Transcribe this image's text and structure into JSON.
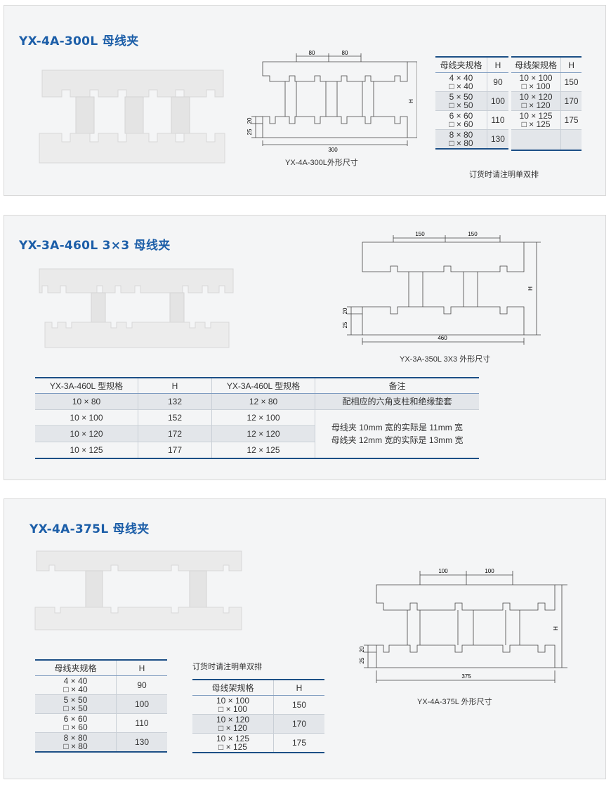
{
  "sections": [
    {
      "title": "YX-4A-300L  母线夹",
      "caption": "YX-4A-300L外形尺寸",
      "note": "订货时请注明单双排",
      "dims": {
        "spacing_a": "80",
        "spacing_b": "80",
        "h": "H",
        "d20": "20",
        "d25": "25",
        "length": "300"
      },
      "clip_table": {
        "headers": [
          "母线夹规格",
          "H"
        ],
        "rows": [
          {
            "spec_1": "4 × 40",
            "spec_2": "□  × 40",
            "h": "90"
          },
          {
            "spec_1": "5 × 50",
            "spec_2": "□  × 50",
            "h": "100"
          },
          {
            "spec_1": "6 × 60",
            "spec_2": "□  × 60",
            "h": "110"
          },
          {
            "spec_1": "8 × 80",
            "spec_2": "□  × 80",
            "h": "130"
          }
        ]
      },
      "frame_table": {
        "headers": [
          "母线架规格",
          "H"
        ],
        "rows": [
          {
            "spec_1": "10 × 100",
            "spec_2": "□  × 100",
            "h": "150"
          },
          {
            "spec_1": "10 × 120",
            "spec_2": "□  × 120",
            "h": "170"
          },
          {
            "spec_1": "10 × 125",
            "spec_2": "□  × 125",
            "h": "175"
          }
        ]
      }
    },
    {
      "title": "YX-3A-460L  3×3  母线夹",
      "caption": "YX-3A-350L 3X3  外形尺寸",
      "dims": {
        "spacing_a": "150",
        "spacing_b": "150",
        "h": "H",
        "d20": "20",
        "d25": "25",
        "length": "460"
      },
      "table": {
        "headers": [
          "YX-3A-460L 型规格",
          "H",
          "YX-3A-460L 型规格",
          "备注"
        ],
        "rows": [
          {
            "spec_a": "10 × 80",
            "h": "132",
            "spec_b": "12 × 80"
          },
          {
            "spec_a": "10 × 100",
            "h": "152",
            "spec_b": "12 × 100"
          },
          {
            "spec_a": "10 × 120",
            "h": "172",
            "spec_b": "12 × 120"
          },
          {
            "spec_a": "10 × 125",
            "h": "177",
            "spec_b": "12 × 125"
          }
        ],
        "remark_1": "配相应的六角支柱和绝缘垫套",
        "remark_2": "母线夹 10mm 宽的实际是 11mm 宽",
        "remark_3": "母线夹 12mm 宽的实际是 13mm 宽"
      }
    },
    {
      "title": "YX-4A-375L  母线夹",
      "caption": "YX-4A-375L  外形尺寸",
      "note": "订货时请注明单双排",
      "dims": {
        "spacing_a": "100",
        "spacing_b": "100",
        "h": "H",
        "d20": "20",
        "d25": "25",
        "length": "375"
      },
      "clip_table": {
        "headers": [
          "母线夹规格",
          "H"
        ],
        "rows": [
          {
            "spec_1": "4 × 40",
            "spec_2": "□  × 40",
            "h": "90"
          },
          {
            "spec_1": "5 × 50",
            "spec_2": "□  × 50",
            "h": "100"
          },
          {
            "spec_1": "6 × 60",
            "spec_2": "□  × 60",
            "h": "110"
          },
          {
            "spec_1": "8 × 80",
            "spec_2": "□  × 80",
            "h": "130"
          }
        ]
      },
      "frame_table": {
        "headers": [
          "母线架规格",
          "H"
        ],
        "rows": [
          {
            "spec_1": "10 × 100",
            "spec_2": "□  × 100",
            "h": "150"
          },
          {
            "spec_1": "10 × 120",
            "spec_2": "□  × 120",
            "h": "170"
          },
          {
            "spec_1": "10 × 125",
            "spec_2": "□  × 125",
            "h": "175"
          }
        ]
      }
    }
  ],
  "colors": {
    "title": "#1c5ea8",
    "table_rule": "#1c4f86",
    "panel_bg": "#f4f5f6",
    "part_fill": "#ececec"
  }
}
